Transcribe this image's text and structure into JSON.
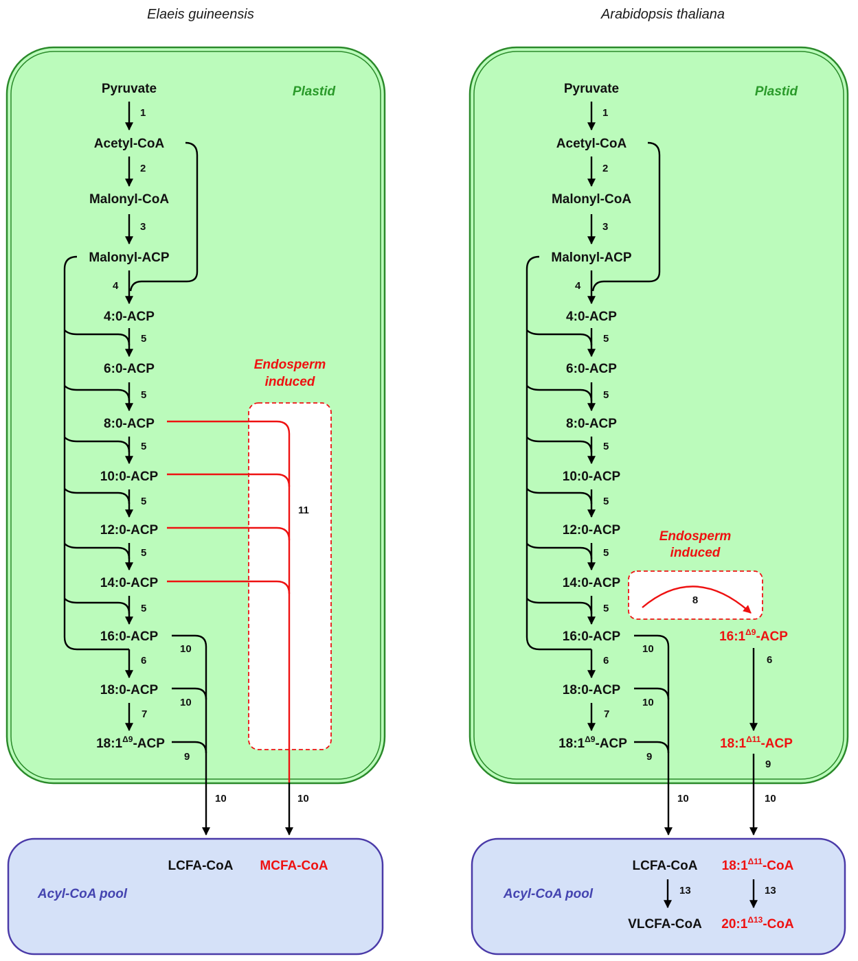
{
  "panels": [
    {
      "species": "Elaeis guineensis",
      "compartment": "Plastid",
      "pool_label": "Acyl-CoA pool",
      "endosperm_label_1": "Endosperm",
      "endosperm_label_2": "induced",
      "metabolites": {
        "pyruvate": "Pyruvate",
        "acetyl_coa": "Acetyl-CoA",
        "malonyl_coa": "Malonyl-CoA",
        "malonyl_acp": "Malonyl-ACP",
        "acp4": "4:0-ACP",
        "acp6": "6:0-ACP",
        "acp8": "8:0-ACP",
        "acp10": "10:0-ACP",
        "acp12": "12:0-ACP",
        "acp14": "14:0-ACP",
        "acp16": "16:0-ACP",
        "acp18": "18:0-ACP",
        "acp181_pre": "18:1",
        "acp181_sup": "Δ9",
        "acp181_post": "-ACP",
        "lcfa": "LCFA-CoA",
        "mcfa": "MCFA-CoA"
      },
      "steps": {
        "s1": "1",
        "s2": "2",
        "s3": "3",
        "s4": "4",
        "s5": "5",
        "s6": "6",
        "s7": "7",
        "s9": "9",
        "s10": "10",
        "s11": "11"
      }
    },
    {
      "species": "Arabidopsis thaliana",
      "compartment": "Plastid",
      "pool_label": "Acyl-CoA pool",
      "endosperm_label_1": "Endosperm",
      "endosperm_label_2": "induced",
      "metabolites": {
        "pyruvate": "Pyruvate",
        "acetyl_coa": "Acetyl-CoA",
        "malonyl_coa": "Malonyl-CoA",
        "malonyl_acp": "Malonyl-ACP",
        "acp4": "4:0-ACP",
        "acp6": "6:0-ACP",
        "acp8": "8:0-ACP",
        "acp10": "10:0-ACP",
        "acp12": "12:0-ACP",
        "acp14": "14:0-ACP",
        "acp16": "16:0-ACP",
        "acp18": "18:0-ACP",
        "acp181_pre": "18:1",
        "acp181_sup": "Δ9",
        "acp181_post": "-ACP",
        "acp161_pre": "16:1",
        "acp161_sup": "Δ9",
        "acp161_post": "-ACP",
        "acp1811_pre": "18:1",
        "acp1811_sup": "Δ11",
        "acp1811_post": "-ACP",
        "lcfa": "LCFA-CoA",
        "coa1811_pre": "18:1",
        "coa1811_sup": "Δ11",
        "coa1811_post": "-CoA",
        "vlcfa": "VLCFA-CoA",
        "coa2013_pre": "20:1",
        "coa2013_sup": "Δ13",
        "coa2013_post": "-CoA"
      },
      "steps": {
        "s1": "1",
        "s2": "2",
        "s3": "3",
        "s4": "4",
        "s5": "5",
        "s6": "6",
        "s7": "7",
        "s8": "8",
        "s9": "9",
        "s10": "10",
        "s13": "13"
      }
    }
  ],
  "colors": {
    "plastid_fill": "#bbfbbb",
    "plastid_border": "#2a8a2a",
    "pool_fill": "#d5e1f8",
    "pool_border": "#4a3aa8",
    "highlight": "#ee1111"
  }
}
